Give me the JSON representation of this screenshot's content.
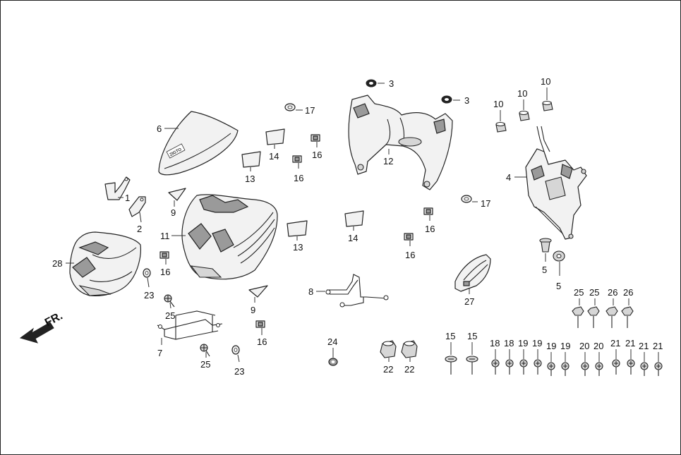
{
  "direction_label": "FR.",
  "logo_text": "ZIGTO",
  "callouts": {
    "c6": "6",
    "c1": "1",
    "c2": "2",
    "c9a": "9",
    "c11": "11",
    "c28": "28",
    "c16a": "16",
    "c23a": "23",
    "c25a": "25",
    "c7": "7",
    "c25b": "25",
    "c23b": "23",
    "c9b": "9",
    "c16b": "16",
    "c17a": "17",
    "c14a": "14",
    "c13a": "13",
    "c16c": "16",
    "c16d": "16",
    "c3a": "3",
    "c3b": "3",
    "c12": "12",
    "c17b": "17",
    "c14b": "14",
    "c13b": "13",
    "c16e": "16",
    "c16f": "16",
    "c8": "8",
    "c24": "24",
    "c22a": "22",
    "c22b": "22",
    "c10a": "10",
    "c10b": "10",
    "c10c": "10",
    "c4": "4",
    "c5a": "5",
    "c5b": "5",
    "c27": "27",
    "c25c": "25",
    "c25d": "25",
    "c26a": "26",
    "c26b": "26",
    "c15a": "15",
    "c15b": "15",
    "c18a": "18",
    "c18b": "18",
    "c19a": "19",
    "c19b": "19",
    "c19c": "19",
    "c20a": "20",
    "c20b": "20",
    "c21a": "21",
    "c21b": "21",
    "c21c": "21"
  }
}
